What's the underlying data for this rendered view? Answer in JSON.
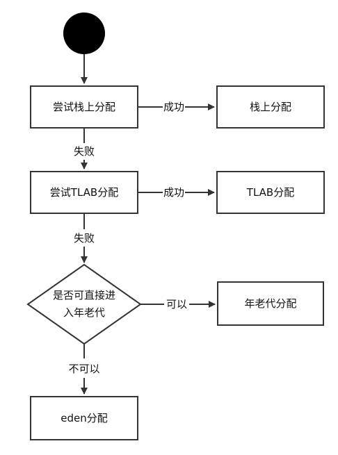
{
  "nodes": {
    "try_stack": "尝试栈上分配",
    "stack_alloc": "栈上分配",
    "try_tlab": "尝试TLAB分配",
    "tlab_alloc": "TLAB分配",
    "decision_line1": "是否可直接进",
    "decision_line2": "入年老代",
    "old_alloc": "年老代分配",
    "eden_alloc": "eden分配"
  },
  "edges": {
    "success_1": "成功",
    "fail_1": "失败",
    "success_2": "成功",
    "fail_2": "失败",
    "can": "可以",
    "cannot": "不可以"
  }
}
